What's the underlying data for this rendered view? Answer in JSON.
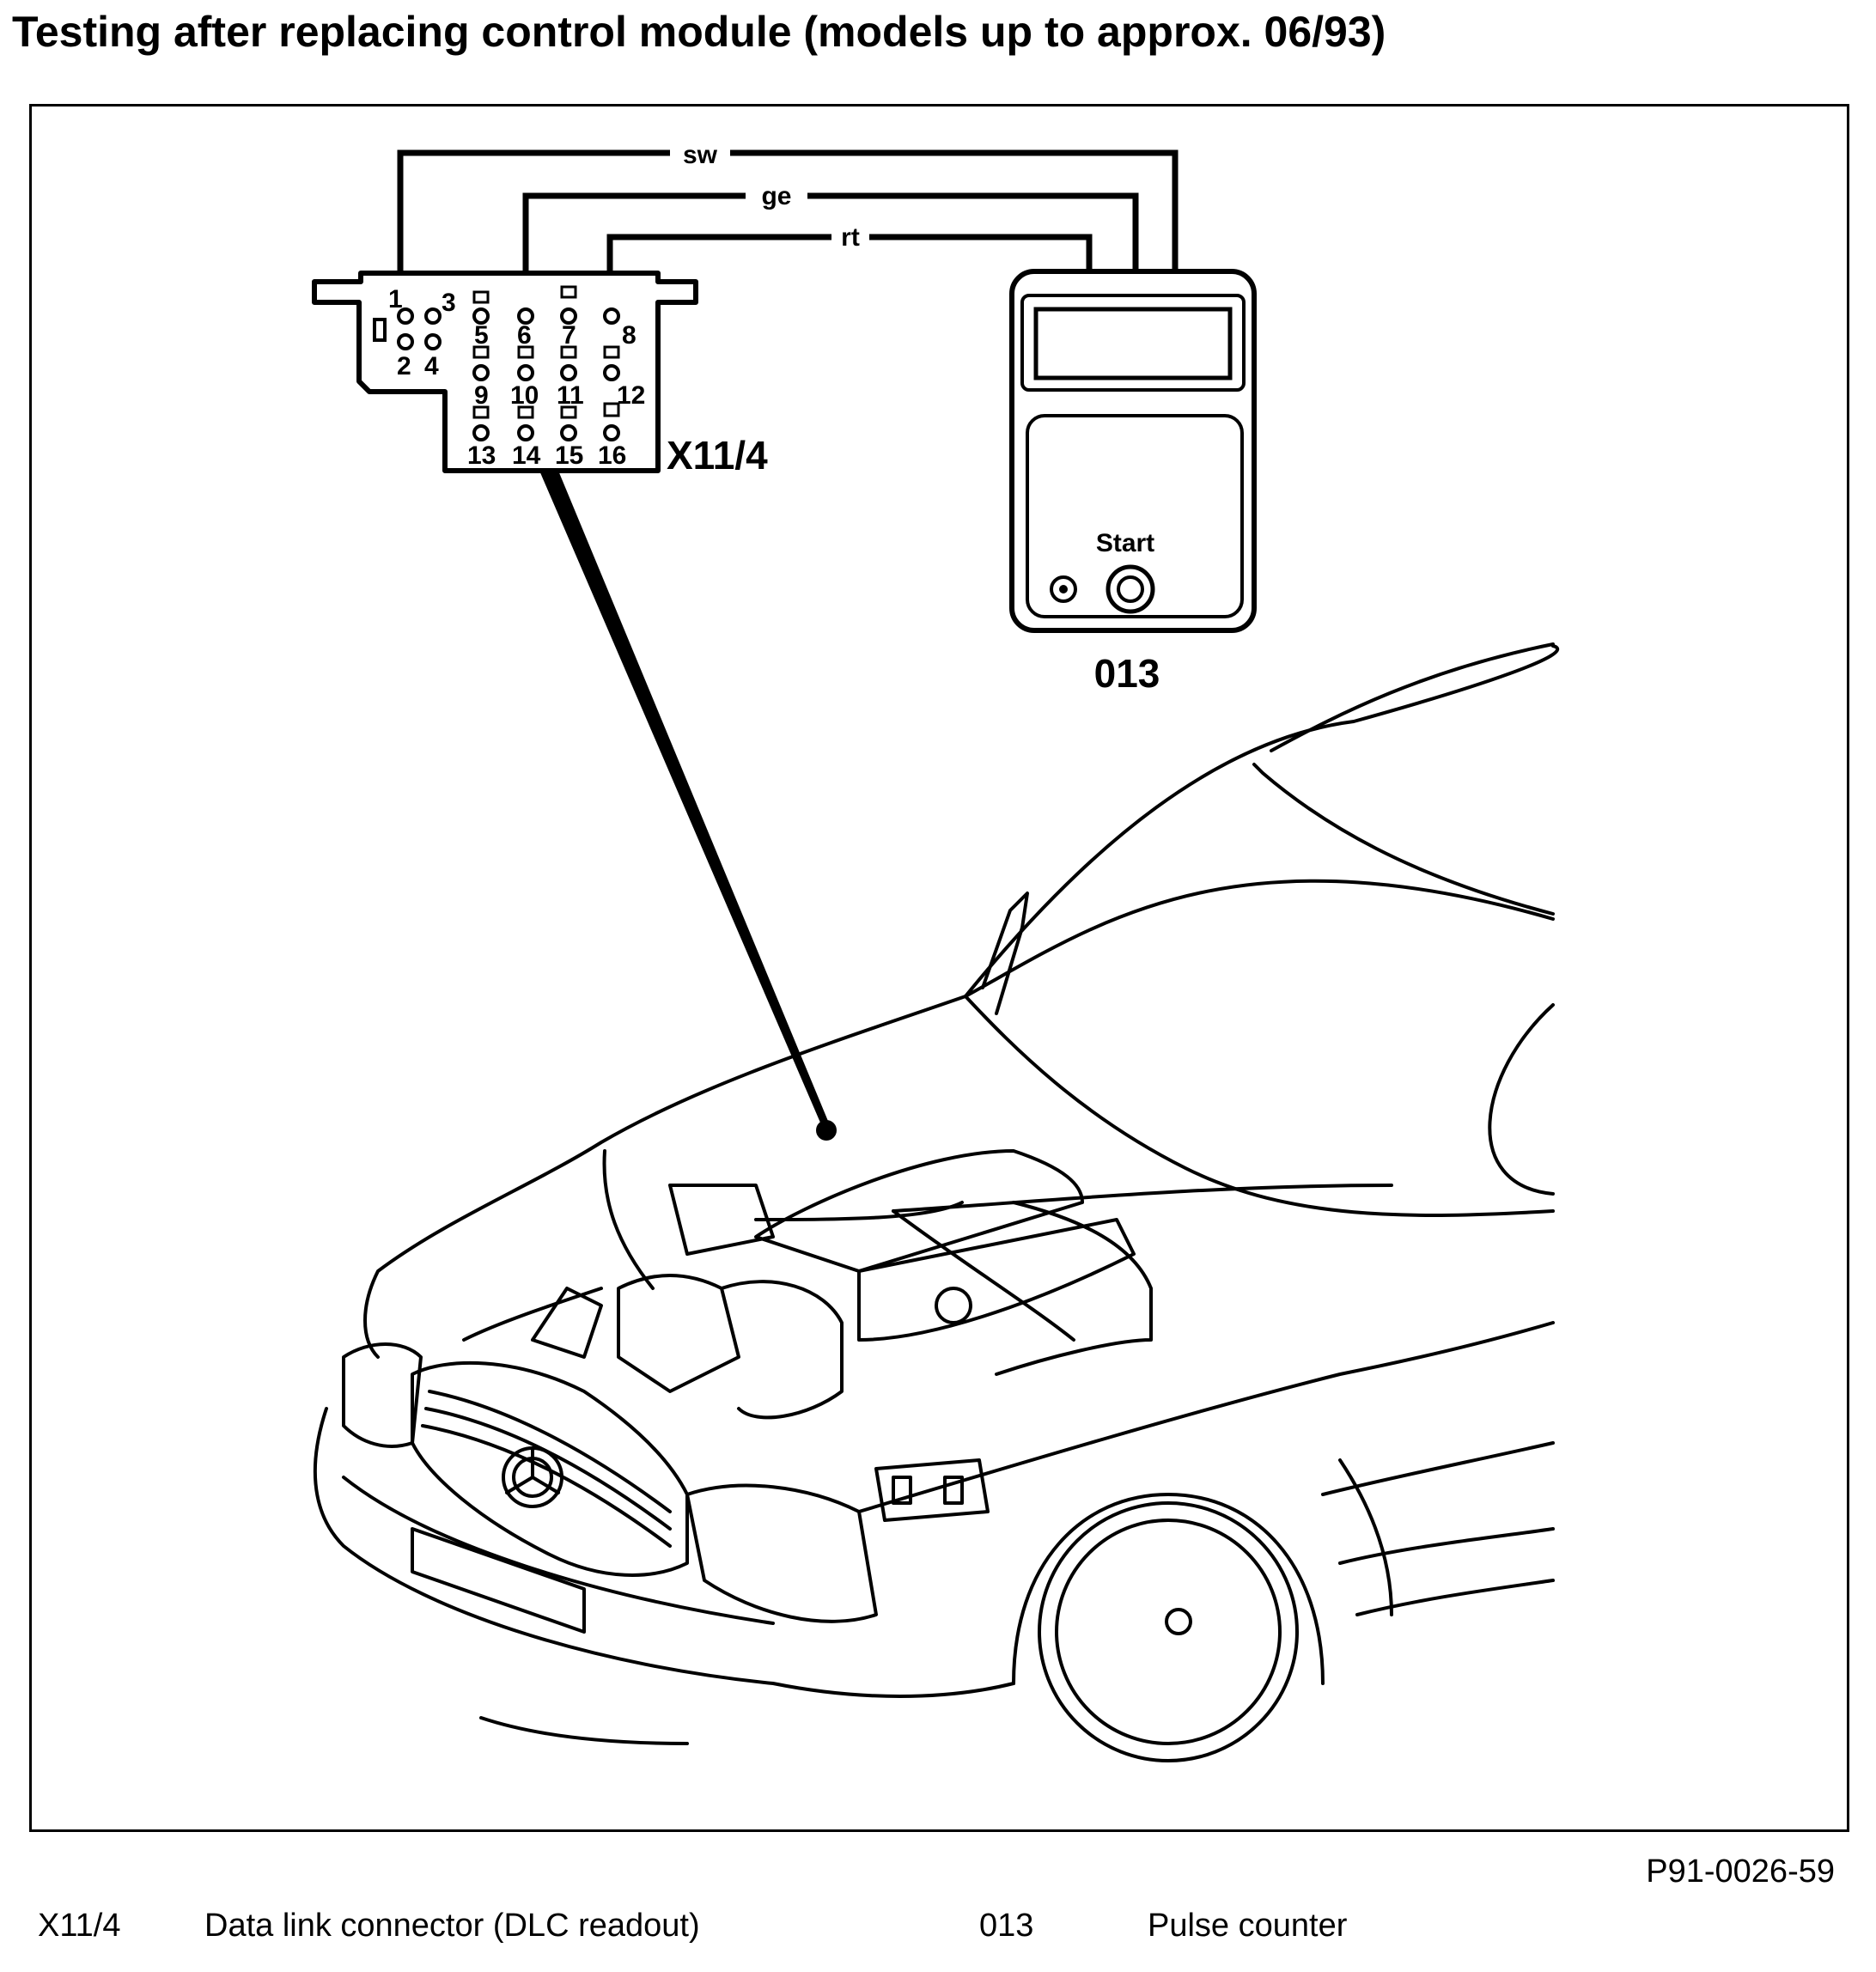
{
  "title": "Testing after replacing control module (models up to approx. 06/93)",
  "figure_id": "P91-0026-59",
  "wires": [
    {
      "code": "sw"
    },
    {
      "code": "ge"
    },
    {
      "code": "rt"
    }
  ],
  "connector": {
    "name": "X11/4",
    "pins": [
      "1",
      "2",
      "3",
      "4",
      "5",
      "6",
      "7",
      "8",
      "9",
      "10",
      "11",
      "12",
      "13",
      "14",
      "15",
      "16"
    ]
  },
  "tester": {
    "name": "013",
    "button_label": "Start"
  },
  "legend": [
    {
      "code": "X11/4",
      "description": "Data link connector (DLC readout)"
    },
    {
      "code": "013",
      "description": "Pulse counter"
    }
  ]
}
